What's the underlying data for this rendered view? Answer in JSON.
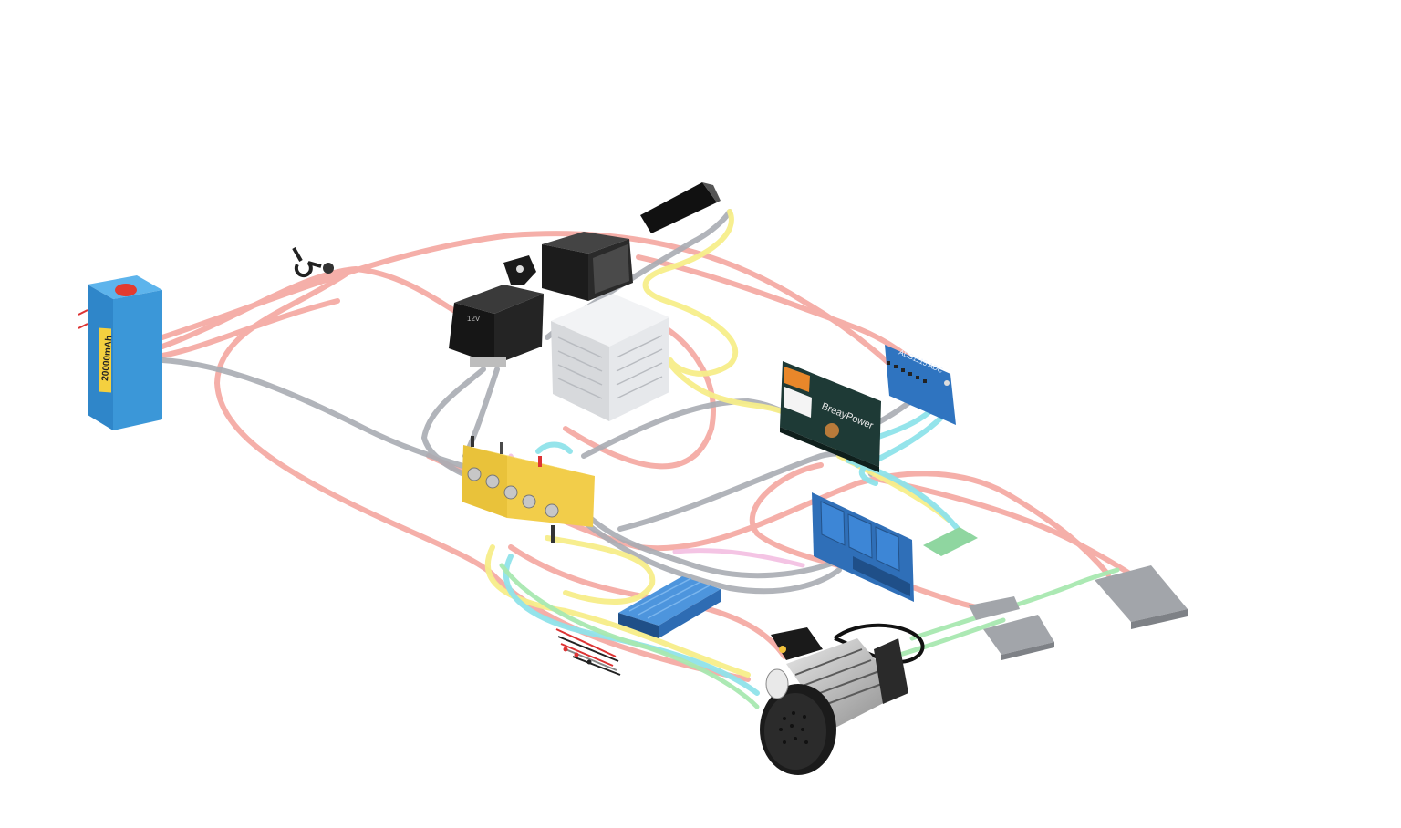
{
  "colors": {
    "background": "#ffffff",
    "wire_red": "#f4a7a0",
    "wire_gray": "#a9acb3",
    "wire_yellow": "#f7ee8a",
    "wire_cyan": "#8fe3ea",
    "wire_green": "#a8e8b0",
    "wire_pink": "#f3c1e3",
    "battery_blue": "#3b97d8",
    "relay_board_blue": "#2f6fb8",
    "converter_silver": "#e2e4e7",
    "terminal_yellow": "#f2cd4a",
    "motor_black": "#222222",
    "pedal_gray": "#9b9ea4"
  },
  "components": {
    "battery": {
      "label": "20000mAh"
    },
    "key_switch": {},
    "relay_large": {
      "label": "12V"
    },
    "relay_small": {},
    "dc_converter": {},
    "power_module": {
      "label": "BreayPower"
    },
    "adc_board": {
      "label": "ADS1115 ADC"
    },
    "terminal_block": {},
    "relay_board": {},
    "controller": {},
    "connector_bundle": {},
    "motor": {},
    "accelerator_pedal": {},
    "brake_pedal": {},
    "sensor_pad": {},
    "green_module": {}
  }
}
